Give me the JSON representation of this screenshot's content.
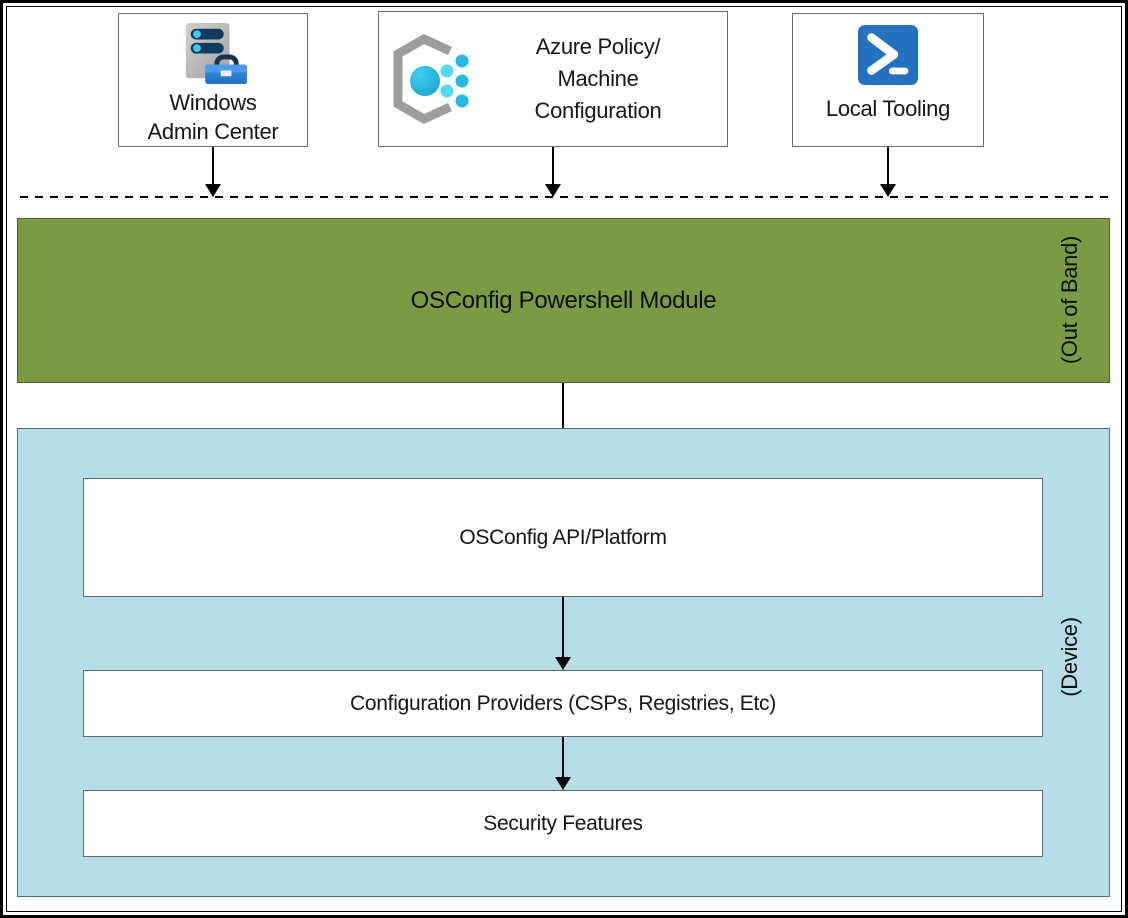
{
  "colors": {
    "out_of_band_green": "#7A9A43",
    "device_blue": "#B7DEE8",
    "powershell_blue": "#2671BE",
    "accent_cyan": "#29B8DE",
    "icon_gray": "#9D9D9D",
    "toolbox_blue": "#2B7BD4",
    "server_bar_navy": "#113A60"
  },
  "tools": [
    {
      "id": "windows-admin-center",
      "icon": "server-toolbox-icon",
      "lines": [
        "Windows",
        "Admin Center"
      ]
    },
    {
      "id": "azure-policy-machine-configuration",
      "icon": "machine-configuration-hexagon-icon",
      "lines": [
        "Azure Policy/",
        "Machine",
        "Configuration"
      ]
    },
    {
      "id": "local-tooling",
      "icon": "powershell-icon",
      "lines": [
        "Local Tooling"
      ]
    }
  ],
  "out_of_band": {
    "module_label": "OSConfig Powershell Module",
    "side_label": "(Out of Band)"
  },
  "device": {
    "side_label": "(Device)",
    "layers": [
      {
        "id": "osconfig-api-platform",
        "label": "OSConfig API/Platform"
      },
      {
        "id": "configuration-providers",
        "label": "Configuration Providers (CSPs, Registries, Etc)"
      },
      {
        "id": "security-features",
        "label": "Security Features"
      }
    ]
  }
}
